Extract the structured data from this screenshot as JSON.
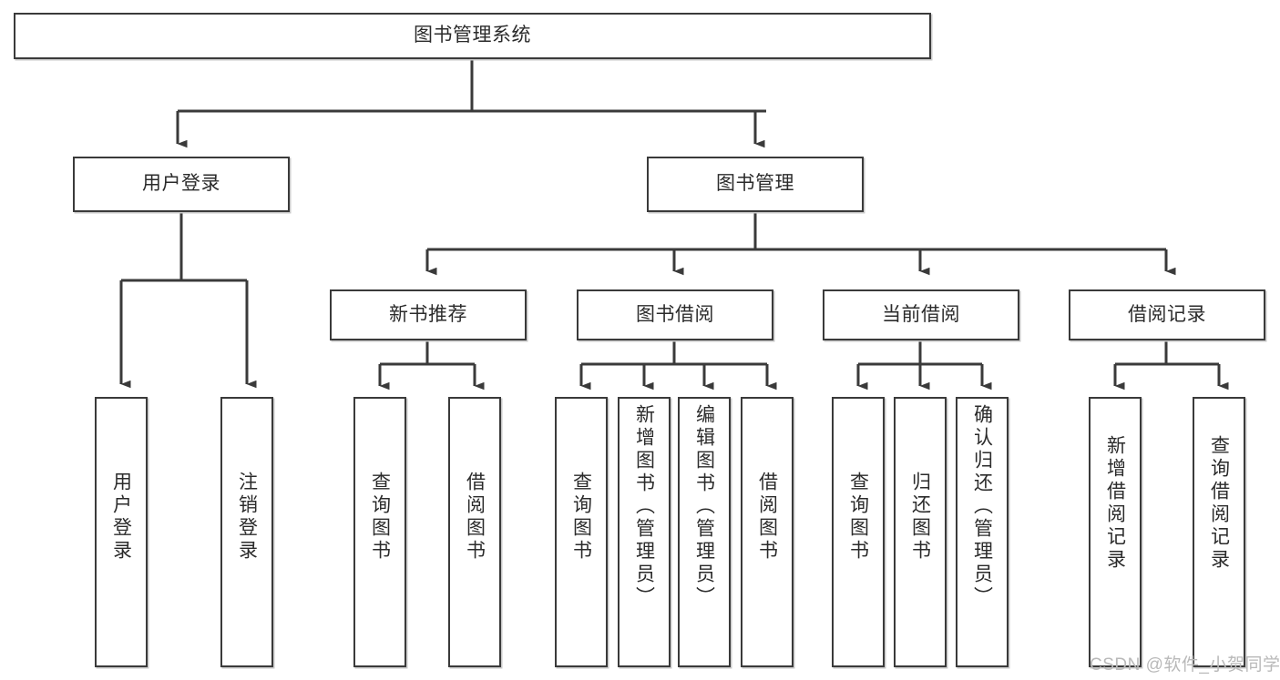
{
  "diagram": {
    "title_node": {
      "label": "图书管理系统"
    },
    "level1": [
      {
        "id": "user-login",
        "label": "用户登录"
      },
      {
        "id": "book-management",
        "label": "图书管理"
      }
    ],
    "level2": [
      {
        "id": "new-book-recommend",
        "label": "新书推荐"
      },
      {
        "id": "book-borrow",
        "label": "图书借阅"
      },
      {
        "id": "current-borrow",
        "label": "当前借阅"
      },
      {
        "id": "borrow-record",
        "label": "借阅记录"
      }
    ],
    "leaves": {
      "user_login": [
        {
          "id": "leaf-user-login",
          "label": "用户登录"
        },
        {
          "id": "leaf-logout-login",
          "label": "注销登录"
        }
      ],
      "new_book_recommend": [
        {
          "id": "leaf-query-book-1",
          "label": "查询图书"
        },
        {
          "id": "leaf-borrow-book-1",
          "label": "借阅图书"
        }
      ],
      "book_borrow": [
        {
          "id": "leaf-query-book-2",
          "label": "查询图书"
        },
        {
          "id": "leaf-add-book",
          "label": "新增图书（管理员）"
        },
        {
          "id": "leaf-edit-book",
          "label": "编辑图书（管理员）"
        },
        {
          "id": "leaf-borrow-book-2",
          "label": "借阅图书"
        }
      ],
      "current_borrow": [
        {
          "id": "leaf-query-book-3",
          "label": "查询图书"
        },
        {
          "id": "leaf-return-book",
          "label": "归还图书"
        },
        {
          "id": "leaf-confirm-return",
          "label": "确认归还（管理员）"
        }
      ],
      "borrow_record": [
        {
          "id": "leaf-add-record",
          "label": "新增借阅记录"
        },
        {
          "id": "leaf-query-record",
          "label": "查询借阅记录"
        }
      ]
    },
    "watermark": "CSDN @软件_小贺同学",
    "colors": {
      "box_border": "#3a3a3a",
      "box_fill": "#ffffff",
      "connector": "#3a3a3a",
      "text": "#2b2b2b",
      "watermark": "#b9b9b9",
      "background": "#ffffff"
    }
  }
}
